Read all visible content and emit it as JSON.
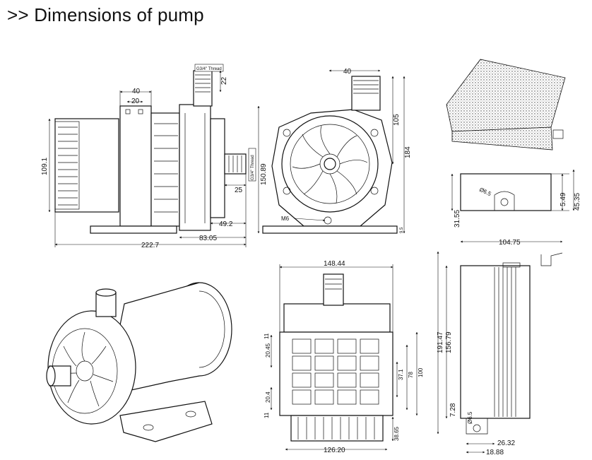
{
  "title": ">> Dimensions of pump",
  "side_view": {
    "dim_40": "40",
    "dim_20": "20",
    "dim_22": "22",
    "g34_thread_top": "G3/4\" Thread",
    "g34_thread_side": "G3/4\" Thread",
    "dim_109_1": "109.1",
    "dim_150_89": "150.89",
    "dim_25": "25",
    "dim_49_2": "49.2",
    "dim_83_05": "83.05",
    "dim_222_7": "222.7"
  },
  "front_view": {
    "dim_40": "40",
    "dim_105": "105",
    "dim_184": "184",
    "m6_label": "M6",
    "dim_9_5": "9.5"
  },
  "top_view": {
    "dim_148_44": "148.44",
    "dim_11_top": "11",
    "dim_20_45": "20.45",
    "dim_20_4": "20.4",
    "dim_11_bottom": "11",
    "dim_37_1": "37.1",
    "dim_78": "78",
    "dim_100": "100",
    "dim_38_65": "38.65",
    "dim_126_20": "126.20"
  },
  "driver_side": {
    "hole_label": "Ø6.5",
    "dim_5_49": "5.49",
    "dim_45_35": "45.35",
    "dim_31_55": "31.55"
  },
  "driver_top": {
    "dim_104_75": "104.75",
    "dim_156_79": "156.79",
    "dim_191_47": "191.47",
    "dim_7_28": "7.28",
    "hole_label": "Ø6.5",
    "dim_26_32": "26.32",
    "dim_18_88": "18.88"
  }
}
